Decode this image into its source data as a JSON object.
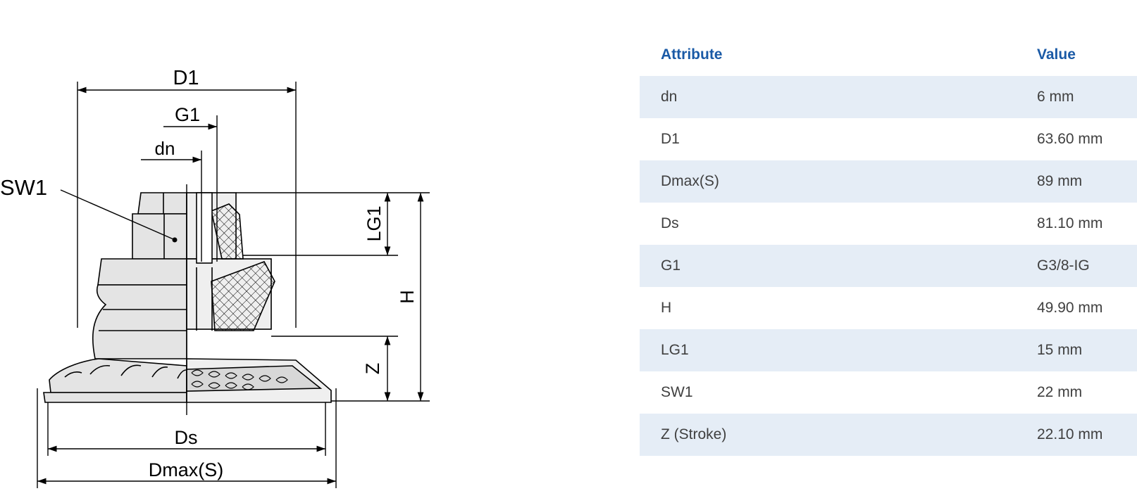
{
  "drawing": {
    "labels": {
      "d1": "D1",
      "g1": "G1",
      "dn": "dn",
      "sw1": "SW1",
      "lg1": "LG1",
      "h": "H",
      "z": "Z",
      "ds": "Ds",
      "dmax": "Dmax(S)"
    }
  },
  "table": {
    "headers": {
      "attribute": "Attribute",
      "value": "Value"
    },
    "rows": [
      {
        "attribute": "dn",
        "value": "6 mm"
      },
      {
        "attribute": "D1",
        "value": "63.60 mm"
      },
      {
        "attribute": "Dmax(S)",
        "value": "89 mm"
      },
      {
        "attribute": "Ds",
        "value": "81.10 mm"
      },
      {
        "attribute": "G1",
        "value": "G3/8-IG"
      },
      {
        "attribute": "H",
        "value": "49.90 mm"
      },
      {
        "attribute": "LG1",
        "value": "15 mm"
      },
      {
        "attribute": "SW1",
        "value": "22 mm"
      },
      {
        "attribute": "Z (Stroke)",
        "value": "22.10 mm"
      }
    ]
  },
  "colors": {
    "header": "#1a5aa6",
    "row_stripe": "#e5edf6",
    "text": "#404040"
  }
}
